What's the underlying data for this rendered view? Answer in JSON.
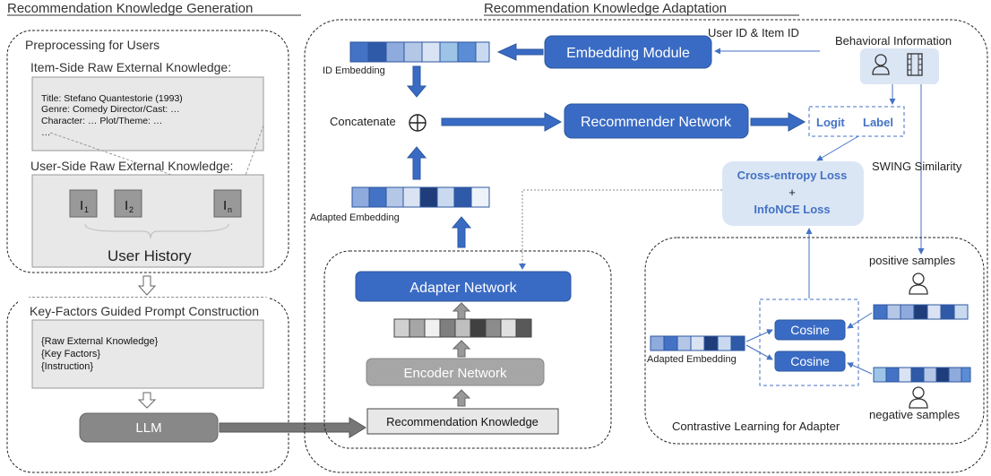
{
  "titles": {
    "left": "Recommendation Knowledge Generation",
    "right": "Recommendation Knowledge Adaptation"
  },
  "left_panel": {
    "preprocessing": "Preprocessing for Users",
    "item_side": "Item-Side Raw External Knowledge:",
    "item_lines": [
      "Title: Stefano Quantestorie (1993)",
      "Genre: Comedy    Director/Cast: …",
      "Character: …      Plot/Theme: …",
      "…"
    ],
    "user_side": "User-Side Raw External Knowledge:",
    "history_items": [
      "I",
      "I",
      "I"
    ],
    "history_subscripts": [
      "1",
      "2",
      "n"
    ],
    "user_history": "User History",
    "prompt_title": "Key-Factors Guided Prompt Construction",
    "prompt_lines": [
      "{Raw External Knowledge}",
      "{Key Factors}",
      "{Instruction}"
    ],
    "llm": "LLM"
  },
  "right_panel": {
    "embedding_module": "Embedding Module",
    "user_item_id": "User ID & Item ID",
    "behavioral_info": "Behavioral Information",
    "id_embedding": "ID Embedding",
    "concatenate": "Concatenate",
    "concat_symbol": "⊕",
    "recommender_network": "Recommender Network",
    "logit": "Logit",
    "label": "Label",
    "swing_similarity": "SWING Similarity",
    "loss_line1": "Cross-entropy Loss",
    "loss_plus": "+",
    "loss_line2": "InfoNCE Loss",
    "adapted_embedding": "Adapted Embedding",
    "adapter_network": "Adapter Network",
    "encoder_network": "Encoder Network",
    "recommendation_knowledge": "Recommendation Knowledge",
    "positive_samples": "positive samples",
    "negative_samples": "negative samples",
    "cosine": "Cosine",
    "contrastive_learning": "Contrastive Learning for Adapter"
  },
  "colors": {
    "blue_dark": "#3a6bc4",
    "blue_border": "#2c579f",
    "blue_text": "#4472c4",
    "light_blue": "#dbe6f5",
    "gray_box": "#e8e8e8",
    "gray_dark": "#888888",
    "gray_mid": "#a6a6a6"
  }
}
